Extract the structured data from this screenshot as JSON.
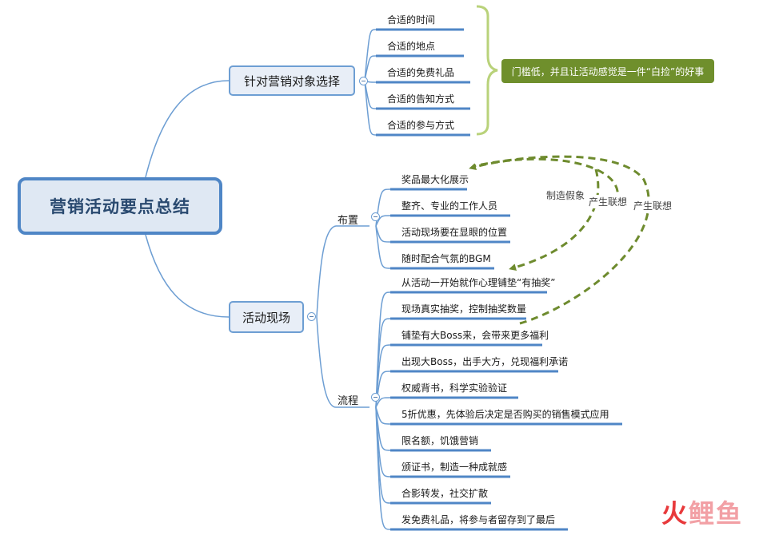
{
  "root": {
    "label": "营销活动要点总结"
  },
  "branch_target": {
    "label": "针对营销对象选择",
    "leaves": [
      "合适的时间",
      "合适的地点",
      "合适的免费礼品",
      "合适的告知方式",
      "合适的参与方式"
    ],
    "summary": "门槛低，并且让活动感觉是一件“白捡”的好事"
  },
  "branch_scene": {
    "label": "活动现场",
    "setup": {
      "label": "布置",
      "leaves": [
        "奖品最大化展示",
        "整齐、专业的工作人员",
        "活动现场要在显眼的位置",
        "随时配合气氛的BGM"
      ]
    },
    "process": {
      "label": "流程",
      "leaves": [
        "从活动一开始就作心理铺垫“有抽奖”",
        "现场真实抽奖，控制抽奖数量",
        "铺垫有大Boss来，会带来更多福利",
        "出现大Boss，出手大方，兑现福利承诺",
        "权威背书，科学实验验证",
        "5折优惠，先体验后决定是否购买的销售模式应用",
        "限名额，饥饿营销",
        "颁证书，制造一种成就感",
        "合影转发，社交扩散",
        "发免费礼品，将参与者留存到了最后"
      ]
    }
  },
  "annotations": [
    "制造假象",
    "产生联想",
    "产生联想"
  ],
  "watermark": {
    "part1": "火",
    "part2": "鲤鱼"
  },
  "colors": {
    "accent": "#4f86c6",
    "note_bg": "#6f8f2c",
    "arrow": "#6e8b2e",
    "brace": "#b9d27a"
  }
}
